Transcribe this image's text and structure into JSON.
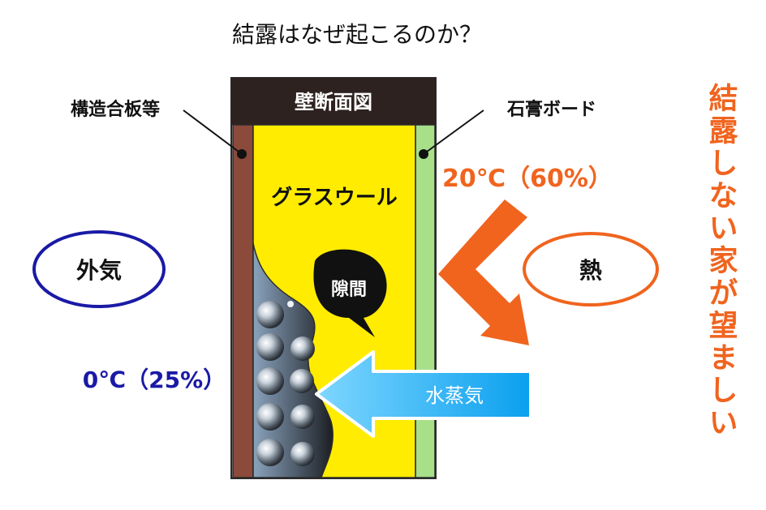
{
  "title": "結露はなぜ起こるのか？",
  "wall": {
    "header": "壁断面図",
    "insulation": "グラスウール",
    "gap_bubble": "隙間"
  },
  "labels": {
    "structural_plywood": "構造合板等",
    "gypsum_board": "石膏ボード",
    "outside_air": "外気",
    "heat": "熱",
    "water_vapor": "水蒸気",
    "outside_condition": "0℃（25%）",
    "inside_condition": "20℃（60%）"
  },
  "side_message": "結露しない家が望ましい",
  "colors": {
    "outside_blue": "#1a1aa6",
    "heat_orange": "#f0641e",
    "insulation_yellow": "#ffec00",
    "plywood_brown": "#8b4a3a",
    "gypsum_green": "#a8e08a",
    "header_dark": "#2e2220",
    "vapor_arrow": "#1eaaf0"
  }
}
